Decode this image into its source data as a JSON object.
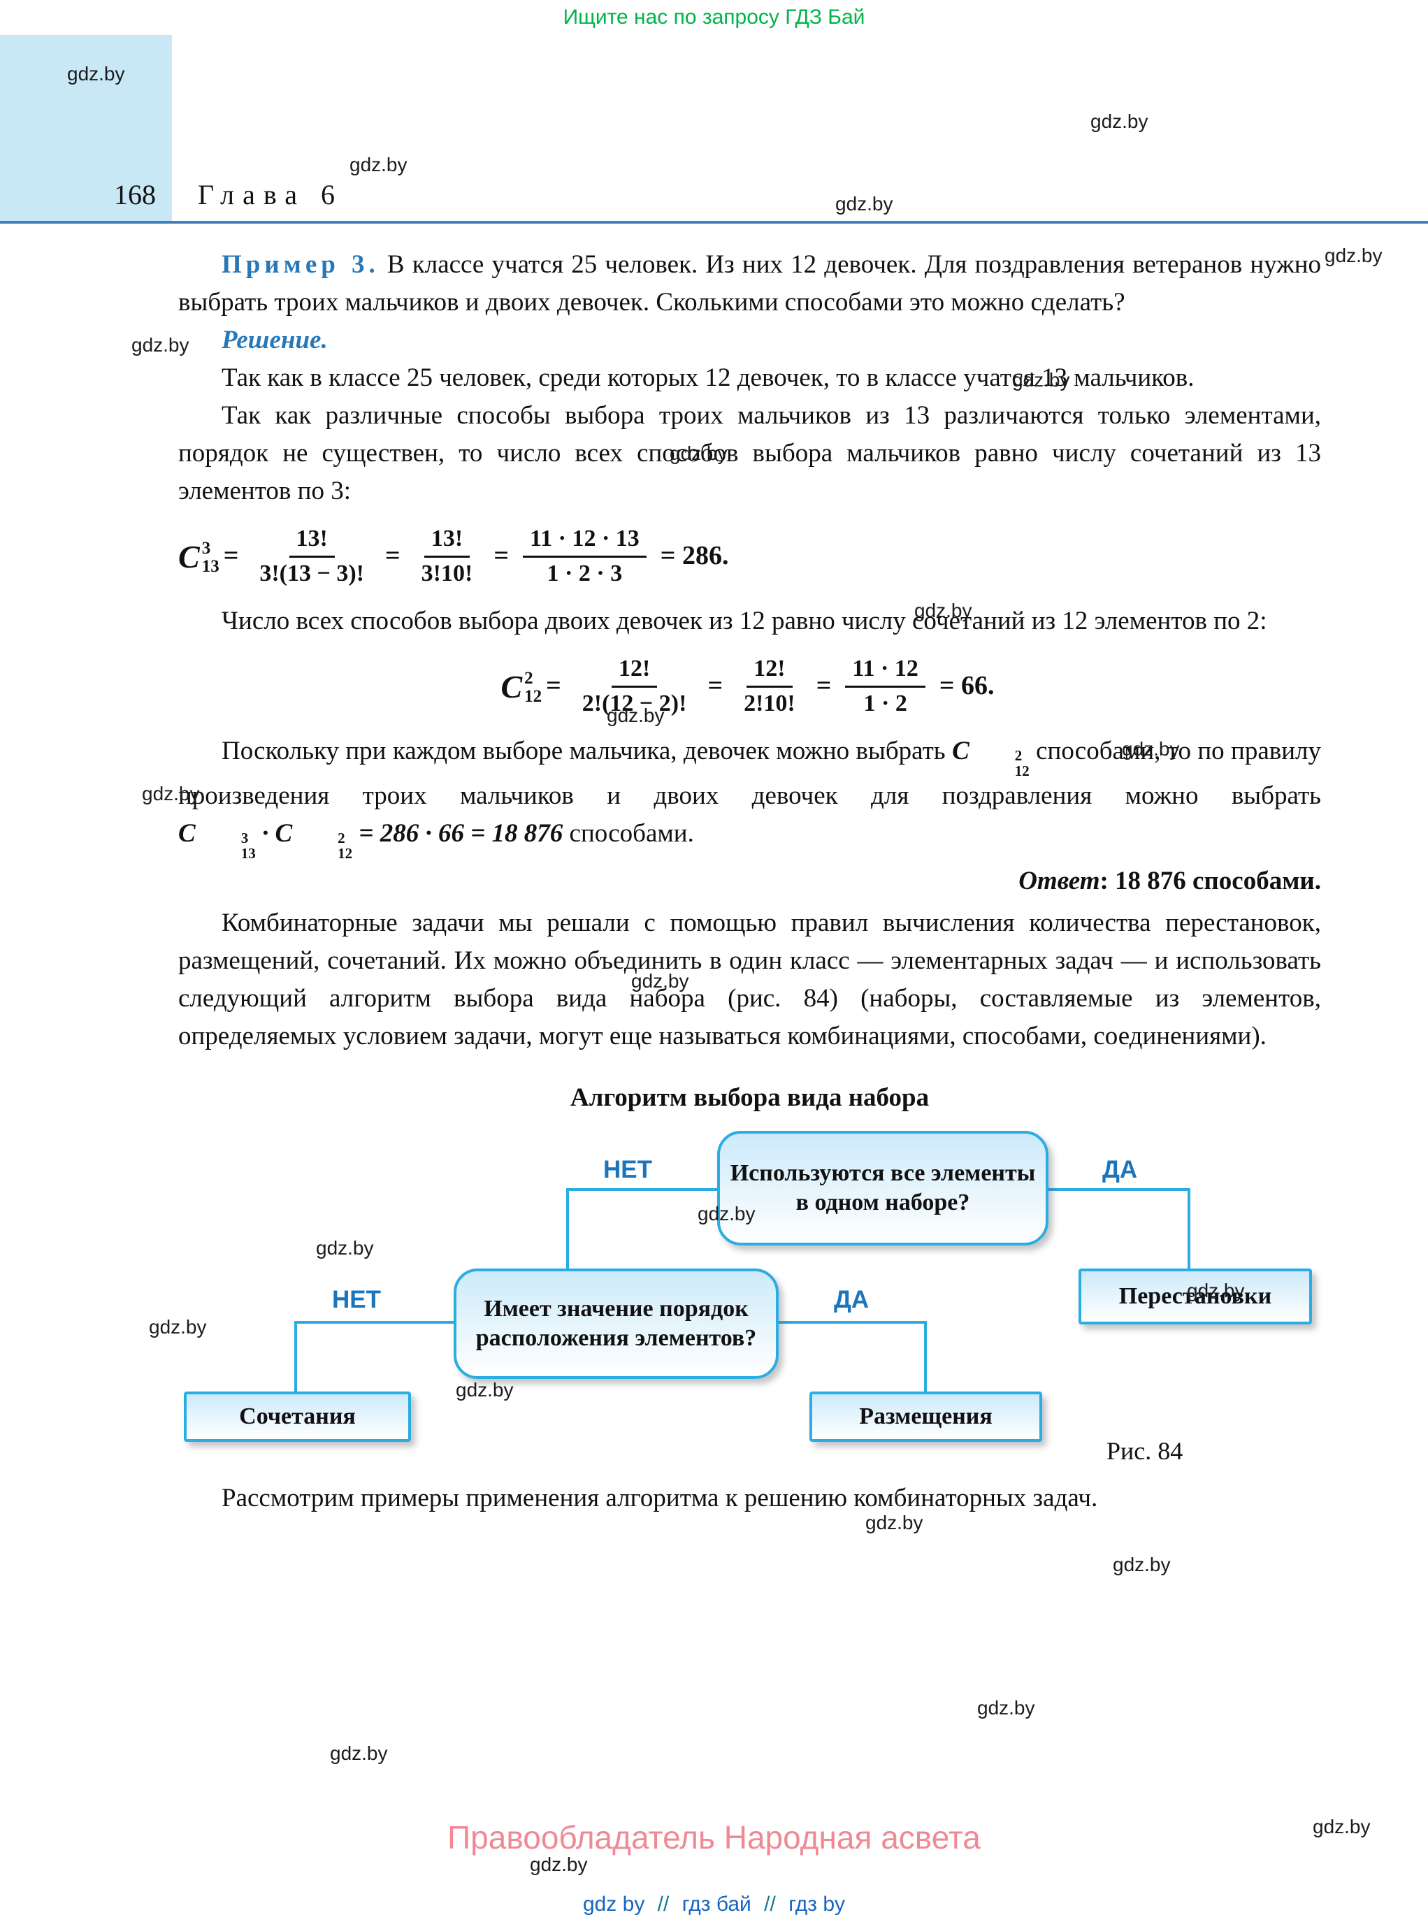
{
  "page": {
    "top_note": "Ищите нас по запросу ГДЗ Бай",
    "page_number": "168",
    "chapter": "Глава 6",
    "watermark": "gdz.by",
    "footer": "Правообладатель Народная асвета",
    "bottom_links": [
      "gdz by",
      "гдз бай",
      "гдз by"
    ],
    "bottom_separator": "//"
  },
  "example": {
    "label": "Пример 3.",
    "statement": " В классе учатся 25 человек. Из них 12 девочек. Для поздравления ветеранов нужно выбрать троих мальчиков и двоих девочек. Сколькими способами это можно сделать?",
    "solution_label": "Решение.",
    "para1": "Так как в классе 25 человек, среди которых 12 девочек, то в классе учатся 13 мальчиков.",
    "para2": "Так как различные способы выбора троих мальчиков из 13 различаются только элементами, порядок не существен, то число всех способов выбора мальчиков равно числу сочетаний из 13 элементов по 3:",
    "formula1": {
      "base": "C",
      "sup": "3",
      "sub": "13",
      "eq1": "=",
      "f1_num": "13!",
      "f1_den": "3!(13 − 3)!",
      "eq2": "=",
      "f2_num": "13!",
      "f2_den": "3!10!",
      "eq3": "=",
      "f3_num": "11 · 12 · 13",
      "f3_den": "1 · 2 · 3",
      "result": "= 286."
    },
    "para3": "Число всех способов выбора двоих девочек из 12 равно числу сочетаний из 12 элементов по 2:",
    "formula2": {
      "base": "C",
      "sup": "2",
      "sub": "12",
      "eq1": "=",
      "f1_num": "12!",
      "f1_den": "2!(12 − 2)!",
      "eq2": "=",
      "f2_num": "12!",
      "f2_den": "2!10!",
      "eq3": "=",
      "f3_num": "11 · 12",
      "f3_den": "1 · 2",
      "result": "= 66."
    },
    "para4_part1": "Поскольку при каждом выборе мальчика, девочек можно выбрать ",
    "inline1": {
      "base": "C",
      "sup": "2",
      "sub": "12"
    },
    "para4_part2": " способами, то по правилу произведения троих мальчиков и двоих девочек для поздравления можно выбрать ",
    "inline2a": {
      "base": "C",
      "sup": "3",
      "sub": "13"
    },
    "inline_dot": " · ",
    "inline2b": {
      "base": "C",
      "sup": "2",
      "sub": "12"
    },
    "inline2_rest": " = 286 · 66 = 18 876",
    "para4_part3": " способами.",
    "answer_label": "Ответ",
    "answer_text": ": 18 876 способами."
  },
  "discussion": {
    "para1": "Комбинаторные задачи мы решали с помощью правил вычисления количества перестановок, размещений, сочетаний. Их можно объединить в один класс — элементарных задач — и использовать следующий алгоритм выбора вида набора (рис. 84) (наборы, составляемые из элементов, определяемых условием задачи, могут еще называться комбинациями, способами, соединениями).",
    "para2": "Рассмотрим примеры применения алгоритма к решению комбинаторных задач."
  },
  "flowchart": {
    "title": "Алгоритм выбора вида набора",
    "q1": "Используются все элементы в одном наборе?",
    "q2": "Имеет значение порядок расположения элементов?",
    "no1": "НЕТ",
    "yes1": "ДА",
    "no2": "НЕТ",
    "yes2": "ДА",
    "permutations": "Перестановки",
    "combinations": "Сочетания",
    "arrangements": "Размещения",
    "caption": "Рис. 84"
  }
}
